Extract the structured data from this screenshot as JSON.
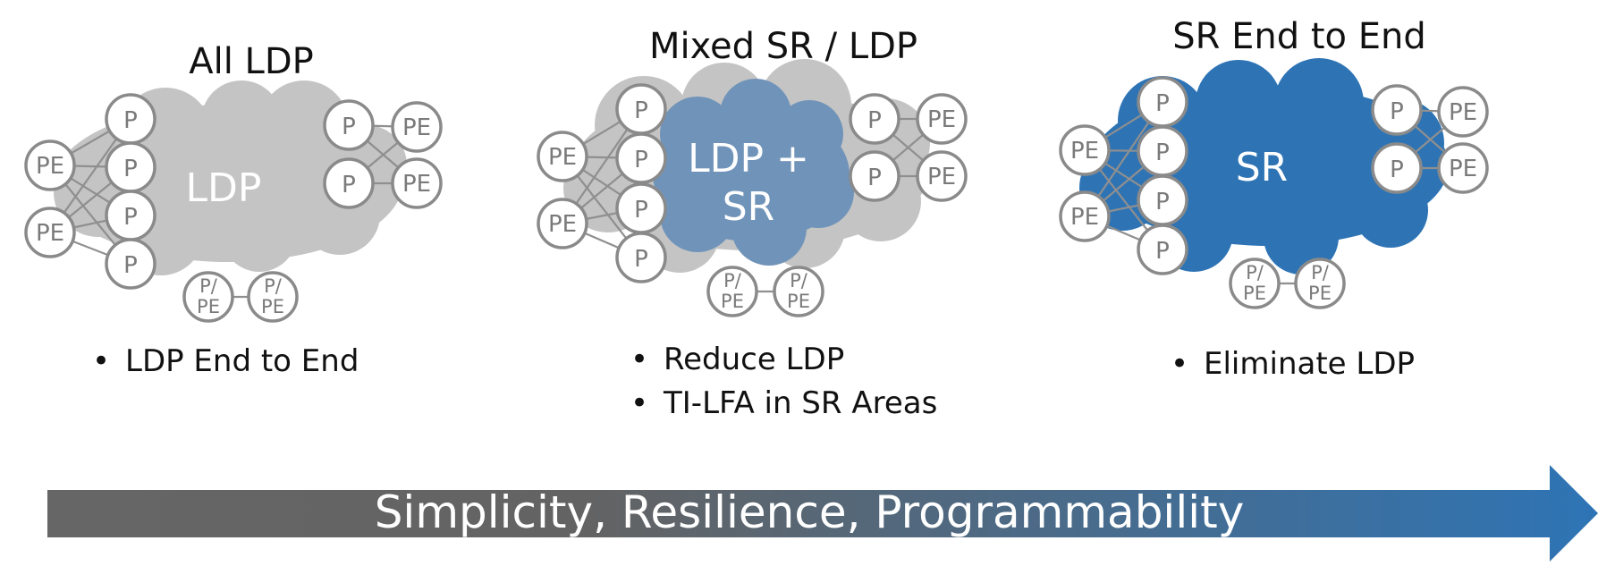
{
  "panels": [
    {
      "title": "All LDP",
      "cloud_label_lines": [
        "LDP"
      ],
      "bullets": [
        "LDP End to End"
      ],
      "nodes": {
        "pe": "PE",
        "p": "P",
        "ppe_line1": "P/",
        "ppe_line2": "PE"
      },
      "colors": {
        "outer_cloud": "#c4c4c4"
      }
    },
    {
      "title": "Mixed SR / LDP",
      "cloud_label_lines": [
        "LDP +",
        "SR"
      ],
      "bullets": [
        "Reduce LDP",
        "TI-LFA in SR Areas"
      ],
      "nodes": {
        "pe": "PE",
        "p": "P",
        "ppe_line1": "P/",
        "ppe_line2": "PE"
      },
      "colors": {
        "outer_cloud": "#c4c4c4",
        "inner_cloud": "#7094b9"
      }
    },
    {
      "title": "SR End to End",
      "cloud_label_lines": [
        "SR"
      ],
      "bullets": [
        "Eliminate LDP"
      ],
      "nodes": {
        "pe": "PE",
        "p": "P",
        "ppe_line1": "P/",
        "ppe_line2": "PE"
      },
      "colors": {
        "outer_cloud": "#2e74b5"
      }
    }
  ],
  "arrow": {
    "label": "Simplicity, Resilience, Programmability",
    "colors": {
      "start": "#666666",
      "end": "#2e74b5"
    }
  }
}
